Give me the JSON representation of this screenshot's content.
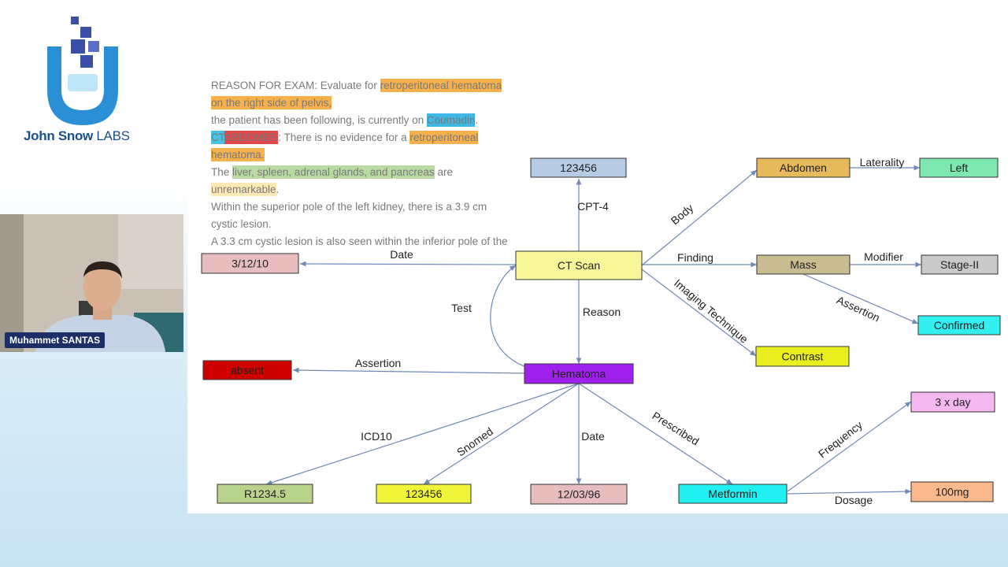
{
  "logo": {
    "name_bold": "John Snow",
    "name_light": "LABS"
  },
  "presenter": {
    "name": "Muhammet SANTAS"
  },
  "report": {
    "segments": [
      {
        "text": "REASON FOR EXAM: Evaluate for ",
        "hl": ""
      },
      {
        "text": "retroperitoneal hematoma on the right side of pelvis,",
        "hl": "orange"
      },
      {
        "text": "\n",
        "hl": ""
      },
      {
        "text": "the patient has been following, is currently on ",
        "hl": ""
      },
      {
        "text": "Coumadin",
        "hl": "blue"
      },
      {
        "text": ".\n",
        "hl": ""
      },
      {
        "text": "CT",
        "hl": "cyan"
      },
      {
        "text": "ABDOMEN",
        "hl": "red"
      },
      {
        "text": ": There is no evidence for a ",
        "hl": ""
      },
      {
        "text": "retroperitoneal hematoma.",
        "hl": "orange"
      },
      {
        "text": "\nThe ",
        "hl": ""
      },
      {
        "text": "liver, spleen, adrenal glands, and pancreas",
        "hl": "green"
      },
      {
        "text": " are ",
        "hl": ""
      },
      {
        "text": "unremarkable",
        "hl": "yellow"
      },
      {
        "text": ".\nWithin the superior pole of the left kidney, there is a 3.9 cm cystic lesion.\nA 3.3 cm cystic lesion is also seen within the inferior pole of the left kidney.",
        "hl": ""
      }
    ]
  },
  "graph": {
    "nodes": [
      {
        "id": "ct",
        "label": "CT Scan",
        "color": "#f7f79a"
      },
      {
        "id": "cpt",
        "label": "123456",
        "color": "#b7cbe4"
      },
      {
        "id": "date1",
        "label": "3/12/10",
        "color": "#e7bdbd"
      },
      {
        "id": "abdomen",
        "label": "Abdomen",
        "color": "#e6b95a"
      },
      {
        "id": "left",
        "label": "Left",
        "color": "#7ee7b1"
      },
      {
        "id": "mass",
        "label": "Mass",
        "color": "#c8bd90"
      },
      {
        "id": "stage",
        "label": "Stage-II",
        "color": "#c9c9c9"
      },
      {
        "id": "confirmed",
        "label": "Confirmed",
        "color": "#33f0f0"
      },
      {
        "id": "contrast",
        "label": "Contrast",
        "color": "#eaf020"
      },
      {
        "id": "hematoma",
        "label": "Hematoma",
        "color": "#a020ee",
        "text_color": "#ffffff"
      },
      {
        "id": "absent",
        "label": "absent",
        "color": "#d10000",
        "text_color": "#ffffff"
      },
      {
        "id": "icd",
        "label": "R1234.5",
        "color": "#b9d38c"
      },
      {
        "id": "snomed",
        "label": "123456",
        "color": "#f1f53a"
      },
      {
        "id": "date2",
        "label": "12/03/96",
        "color": "#e7bdbd"
      },
      {
        "id": "metformin",
        "label": "Metformin",
        "color": "#22eff0"
      },
      {
        "id": "freq",
        "label": "3 x day",
        "color": "#f6b8f0"
      },
      {
        "id": "dose",
        "label": "100mg",
        "color": "#f9b98c"
      }
    ],
    "edges": [
      {
        "from": "ct",
        "to": "cpt",
        "label": "CPT-4"
      },
      {
        "from": "ct",
        "to": "date1",
        "label": "Date"
      },
      {
        "from": "ct",
        "to": "abdomen",
        "label": "Body"
      },
      {
        "from": "abdomen",
        "to": "left",
        "label": "Laterality"
      },
      {
        "from": "ct",
        "to": "mass",
        "label": "Finding"
      },
      {
        "from": "mass",
        "to": "stage",
        "label": "Modifier"
      },
      {
        "from": "mass",
        "to": "confirmed",
        "label": "Assertion"
      },
      {
        "from": "ct",
        "to": "contrast",
        "label": "Imaging Technique"
      },
      {
        "from": "ct",
        "to": "hematoma",
        "label": "Reason"
      },
      {
        "from": "hematoma",
        "to": "ct",
        "label": "Test"
      },
      {
        "from": "hematoma",
        "to": "absent",
        "label": "Assertion"
      },
      {
        "from": "hematoma",
        "to": "icd",
        "label": "ICD10"
      },
      {
        "from": "hematoma",
        "to": "snomed",
        "label": "Snomed"
      },
      {
        "from": "hematoma",
        "to": "date2",
        "label": "Date"
      },
      {
        "from": "hematoma",
        "to": "metformin",
        "label": "Prescribed"
      },
      {
        "from": "metformin",
        "to": "freq",
        "label": "Frequency"
      },
      {
        "from": "metformin",
        "to": "dose",
        "label": "Dosage"
      }
    ]
  }
}
